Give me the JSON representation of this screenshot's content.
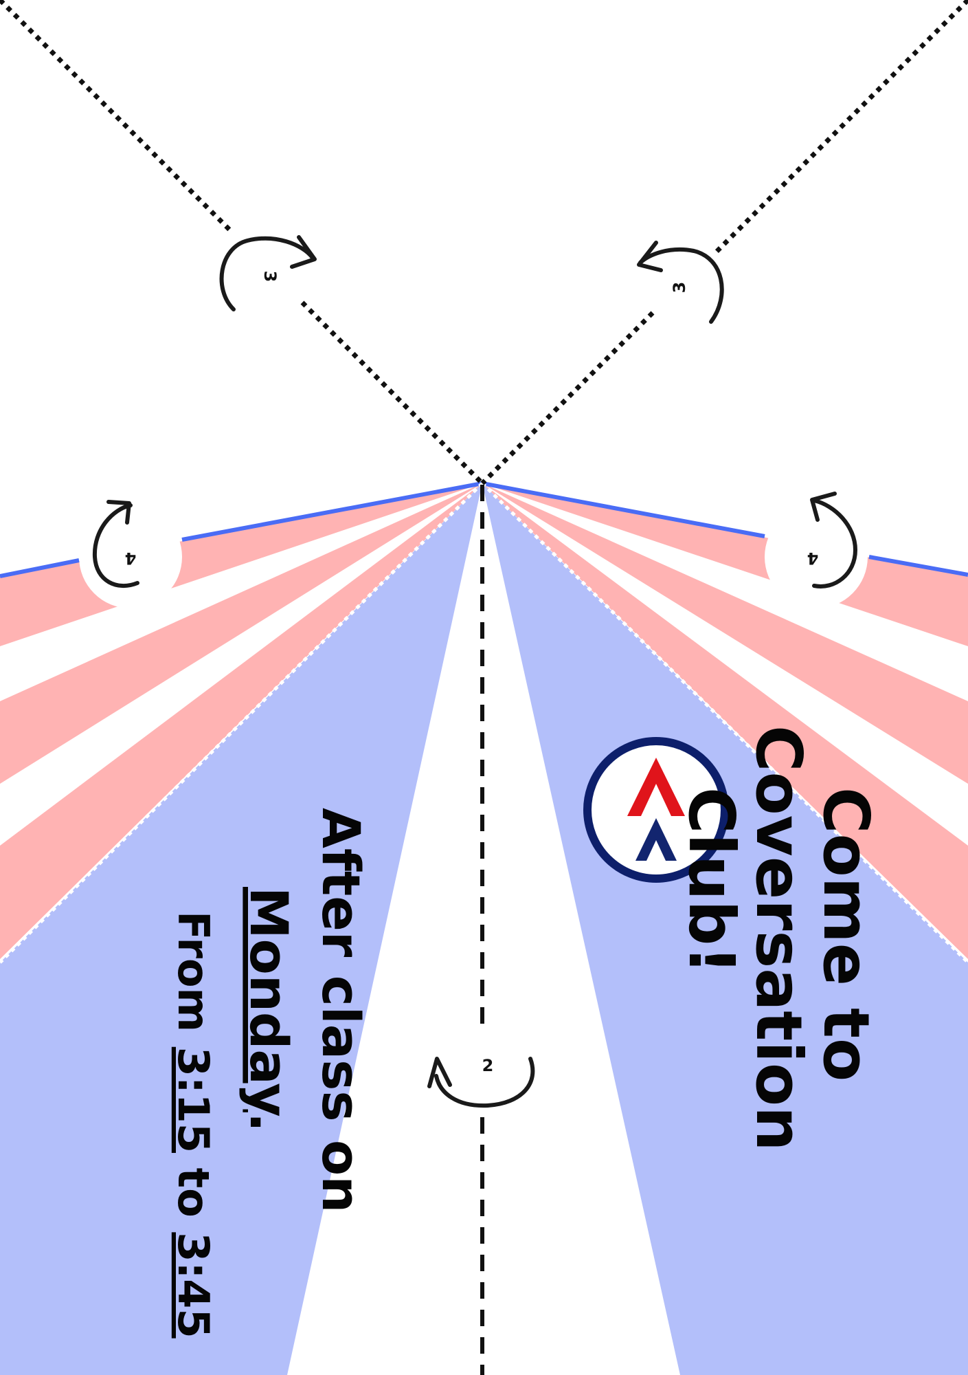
{
  "colors": {
    "stripe_pink": "#ffb3b3",
    "panel_blue": "#b3bffa",
    "edge_line_blue": "#4a6cf5",
    "fold_line_black": "#111111",
    "logo_ring_navy": "#0d1f6b",
    "logo_chevron_red": "#e0141b",
    "logo_chevron_navy": "#12256f"
  },
  "fold_markers": [
    {
      "label": "3",
      "icon": "curved-arrow-icon"
    },
    {
      "label": "3",
      "icon": "curved-arrow-icon"
    },
    {
      "label": "4",
      "icon": "curved-arrow-icon"
    },
    {
      "label": "4",
      "icon": "curved-arrow-icon"
    },
    {
      "label": "2",
      "icon": "curved-arrow-icon"
    }
  ],
  "headline": {
    "line1": "Come to",
    "line2": "Coversation",
    "line3": "Club!"
  },
  "details": {
    "line1": "After class on",
    "line2_word": "Monday",
    "line2_punct": ".",
    "line3_prefix": "From ",
    "line3_start": "3:15",
    "line3_mid": " to ",
    "line3_end": "3:45"
  },
  "logo": {
    "icon": "double-chevron-logo-icon"
  }
}
